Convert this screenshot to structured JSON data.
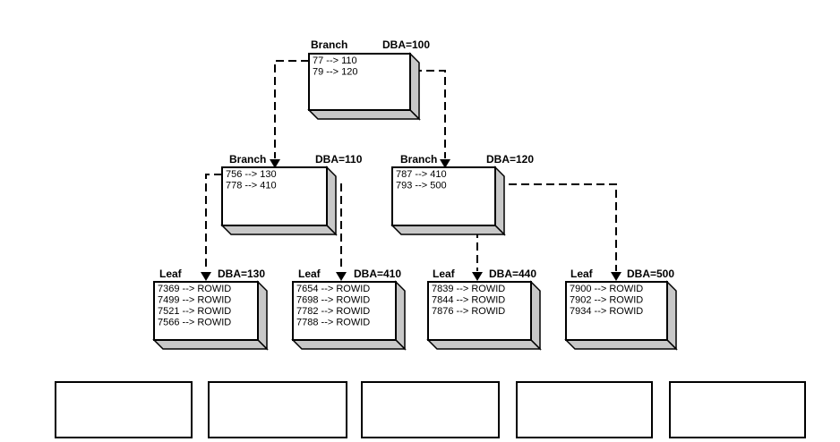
{
  "diagram_type": "btree-index",
  "colors": {
    "background": "#ffffff",
    "box_fill": "#ffffff",
    "box_shadow": "#c8c8c8",
    "line": "#000000"
  },
  "nodes": {
    "root": {
      "kind": "Branch",
      "dba": "DBA=100",
      "entries": [
        "77 --> 110",
        "79 --> 120"
      ]
    },
    "branch110": {
      "kind": "Branch",
      "dba": "DBA=110",
      "entries": [
        "756 --> 130",
        "778 --> 410"
      ]
    },
    "branch120": {
      "kind": "Branch",
      "dba": "DBA=120",
      "entries": [
        "787 --> 410",
        "793 --> 500"
      ]
    },
    "leaf130": {
      "kind": "Leaf",
      "dba": "DBA=130",
      "entries": [
        "7369 --> ROWID",
        "7499 --> ROWID",
        "7521 --> ROWID",
        "7566 --> ROWID"
      ]
    },
    "leaf410": {
      "kind": "Leaf",
      "dba": "DBA=410",
      "entries": [
        "7654 --> ROWID",
        "7698 --> ROWID",
        "7782 --> ROWID",
        "7788 --> ROWID"
      ]
    },
    "leaf440": {
      "kind": "Leaf",
      "dba": "DBA=440",
      "entries": [
        "7839 --> ROWID",
        "7844 --> ROWID",
        "7876 --> ROWID"
      ]
    },
    "leaf500": {
      "kind": "Leaf",
      "dba": "DBA=500",
      "entries": [
        "7900 --> ROWID",
        "7902 --> ROWID",
        "7934 --> ROWID"
      ]
    }
  },
  "empty_blocks_count": 5
}
